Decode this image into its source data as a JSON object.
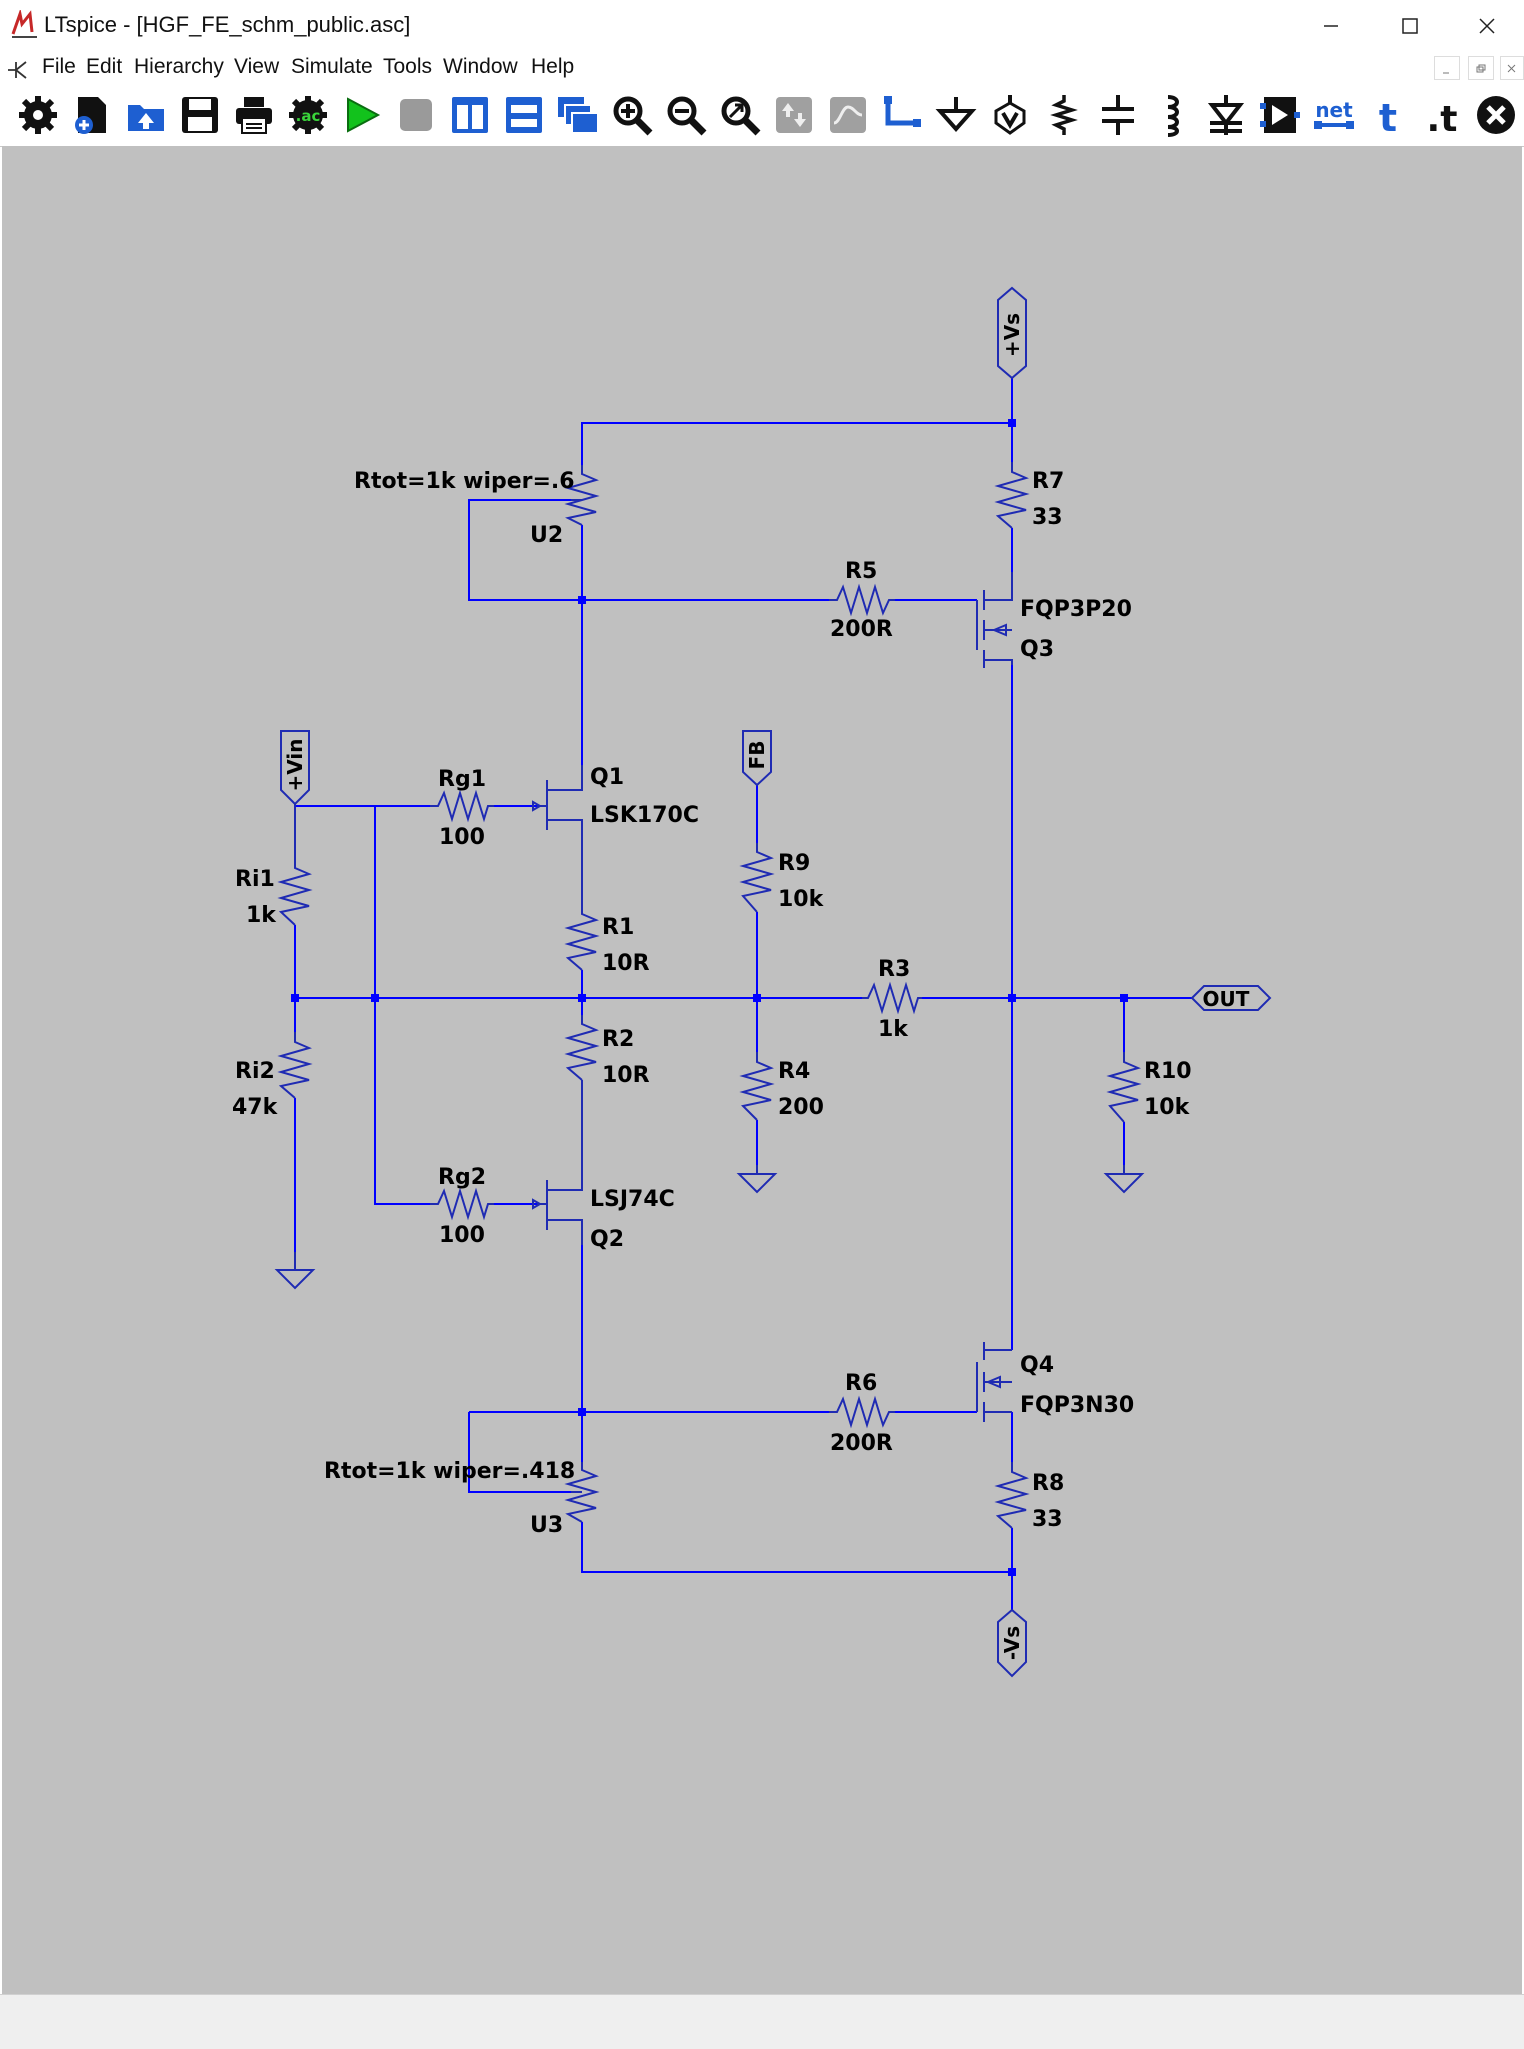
{
  "window": {
    "title": "LTspice - [HGF_FE_schm_public.asc]"
  },
  "menu": {
    "items": [
      "File",
      "Edit",
      "Hierarchy",
      "View",
      "Simulate",
      "Tools",
      "Window",
      "Help"
    ]
  },
  "toolbar": {
    "tools": [
      "gear-icon",
      "new-document-icon",
      "open-folder-icon",
      "save-icon",
      "print-icon",
      "ac-analysis-icon",
      "run-icon",
      "halt-icon",
      "tile-vertical-icon",
      "tile-horizontal-icon",
      "cascade-icon",
      "zoom-in-icon",
      "zoom-out-icon",
      "zoom-fit-icon",
      "autorange-icon",
      "waveform-icon",
      "wire-icon",
      "ground-icon",
      "label-net-icon",
      "resistor-icon",
      "capacitor-icon",
      "inductor-icon",
      "diode-icon",
      "component-icon",
      "net-icon",
      "text-icon",
      "spice-directive-icon",
      "delete-icon"
    ],
    "net_label": "net",
    "text_label": "t",
    "spice_label": ".t",
    "ac_label": ".ac"
  },
  "schematic": {
    "flags": {
      "vs_pos": "+Vs",
      "vs_neg": "-Vs",
      "vin": "+Vin",
      "fb": "FB",
      "out": "OUT"
    },
    "pot_u2": {
      "directive": "Rtot=1k wiper=.6",
      "name": "U2"
    },
    "pot_u3": {
      "directive": "Rtot=1k wiper=.418",
      "name": "U3"
    },
    "r7": {
      "name": "R7",
      "value": "33"
    },
    "r8": {
      "name": "R8",
      "value": "33"
    },
    "r5": {
      "name": "R5",
      "value": "200R"
    },
    "r6": {
      "name": "R6",
      "value": "200R"
    },
    "q3": {
      "name": "Q3",
      "model": "FQP3P20"
    },
    "q4": {
      "name": "Q4",
      "model": "FQP3N30"
    },
    "q1": {
      "name": "Q1",
      "model": "LSK170C"
    },
    "q2": {
      "name": "Q2",
      "model": "LSJ74C"
    },
    "rg1": {
      "name": "Rg1",
      "value": "100"
    },
    "rg2": {
      "name": "Rg2",
      "value": "100"
    },
    "ri1": {
      "name": "Ri1",
      "value": "1k"
    },
    "ri2": {
      "name": "Ri2",
      "value": "47k"
    },
    "r1": {
      "name": "R1",
      "value": "10R"
    },
    "r2": {
      "name": "R2",
      "value": "10R"
    },
    "r9": {
      "name": "R9",
      "value": "10k"
    },
    "r4": {
      "name": "R4",
      "value": "200"
    },
    "r3": {
      "name": "R3",
      "value": "1k"
    },
    "r10": {
      "name": "R10",
      "value": "10k"
    }
  },
  "status": {
    "text": ""
  },
  "colors": {
    "canvas": "#c0c0c0",
    "wire": "#0000ff",
    "component": "#1f2bb3",
    "junction": "#0000ff"
  }
}
